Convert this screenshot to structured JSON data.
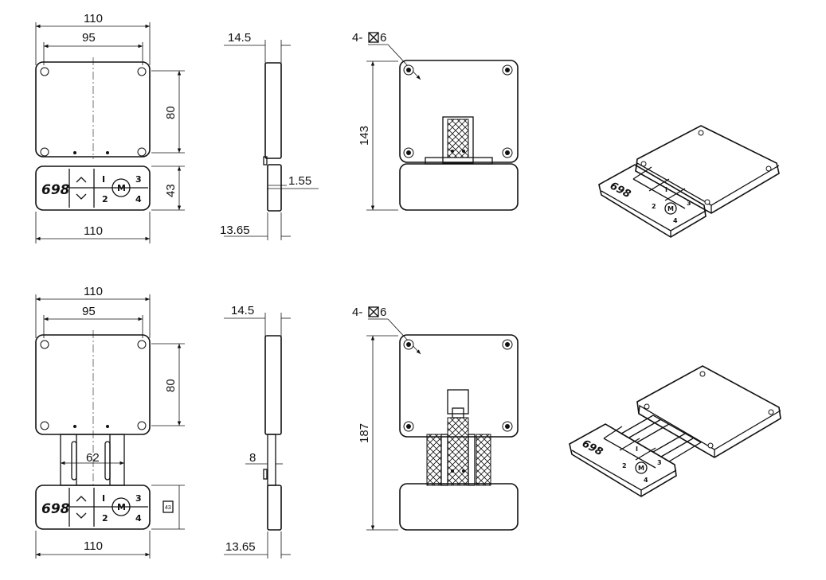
{
  "top_front": {
    "width_outer": "110",
    "hole_spacing": "95",
    "plate_height": "80",
    "panel_height": "43",
    "panel_width": "110",
    "display": "698",
    "keys": [
      "I",
      "3",
      "2",
      "4"
    ],
    "mode_key": "M"
  },
  "top_side": {
    "thickness": "14.5",
    "gap": "1.55",
    "panel_thickness": "13.65"
  },
  "top_back": {
    "hole_callout": "4-",
    "hole_size": "6",
    "total_height": "143"
  },
  "bottom_front": {
    "width_outer": "110",
    "hole_spacing": "95",
    "plate_height": "80",
    "rail_width": "62",
    "panel_height_small": "43",
    "panel_width": "110",
    "display": "698",
    "keys": [
      "I",
      "3",
      "2",
      "4"
    ],
    "mode_key": "M"
  },
  "bottom_side": {
    "thickness": "14.5",
    "gap": "8",
    "panel_thickness": "13.65"
  },
  "bottom_back": {
    "hole_callout": "4-",
    "hole_size": "6",
    "total_height": "187"
  },
  "iso_top": {
    "display": "698",
    "keys": [
      "I",
      "3",
      "2",
      "4"
    ],
    "mode_key": "M"
  },
  "iso_bottom": {
    "display": "698",
    "keys": [
      "I",
      "3",
      "2",
      "4"
    ],
    "mode_key": "M"
  }
}
